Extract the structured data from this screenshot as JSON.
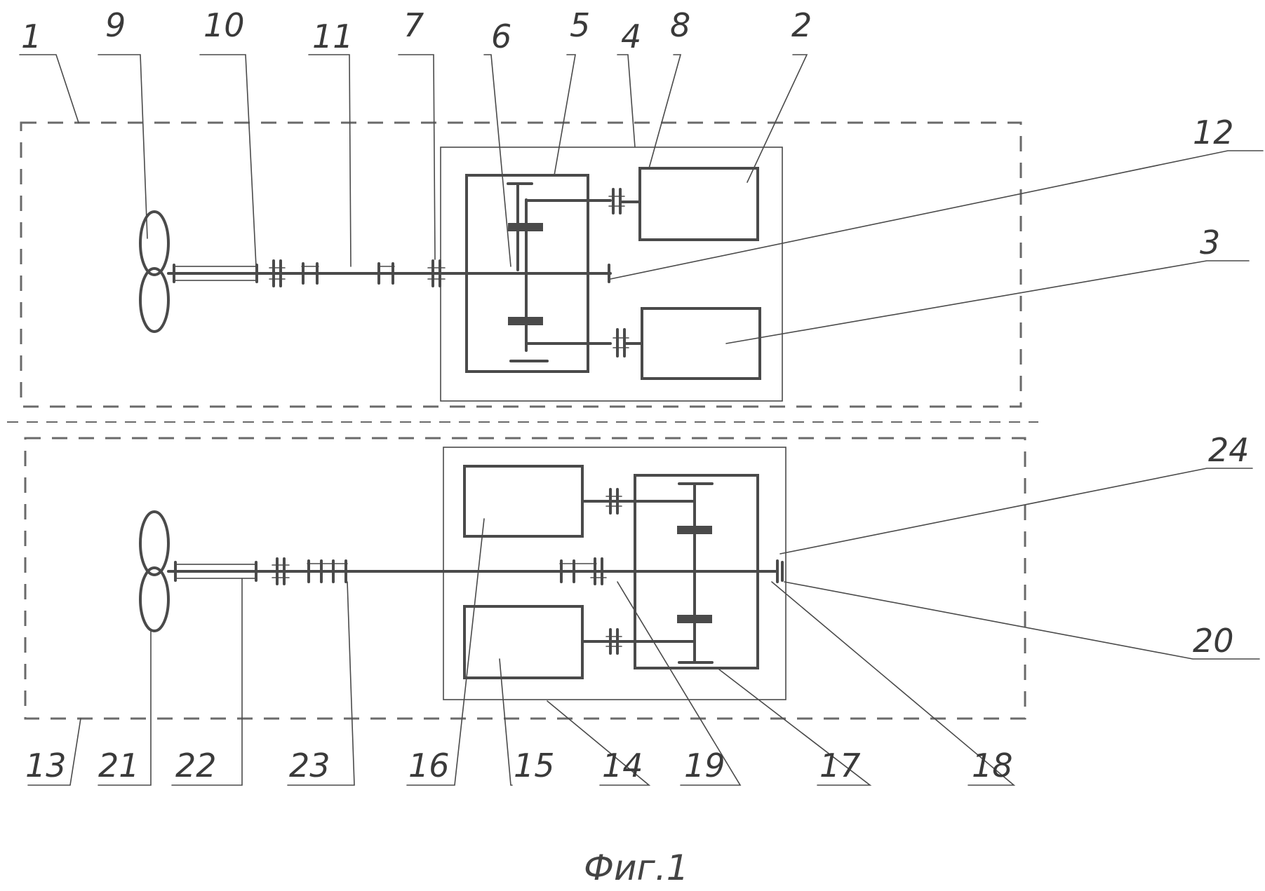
{
  "figure": {
    "caption": "Фиг.1"
  },
  "labels": {
    "top": [
      "1",
      "9",
      "10",
      "11",
      "7",
      "6",
      "5",
      "4",
      "8",
      "2",
      "12",
      "3"
    ],
    "right": [
      "24",
      "20"
    ],
    "bottom": [
      "13",
      "21",
      "22",
      "23",
      "16",
      "15",
      "14",
      "19",
      "17",
      "18"
    ]
  }
}
